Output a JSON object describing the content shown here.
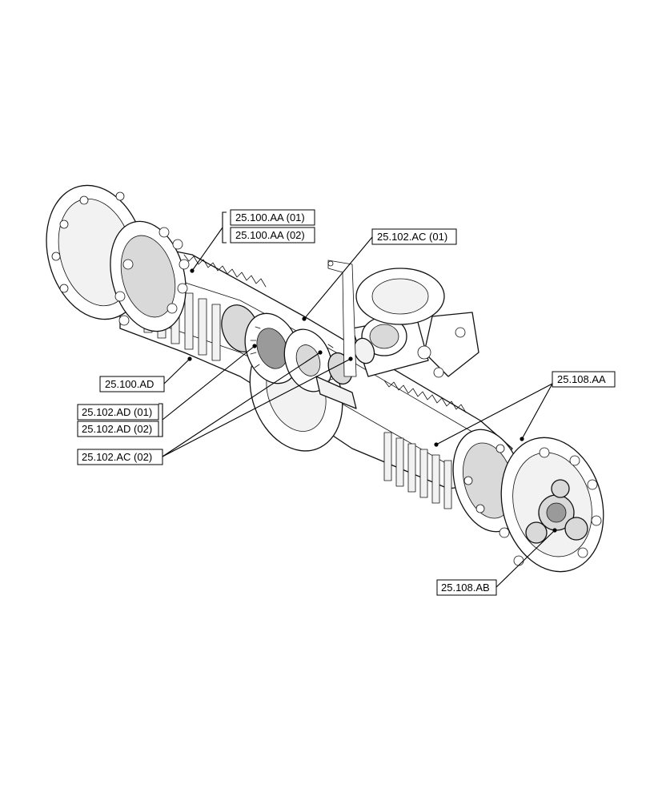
{
  "callouts": [
    {
      "id": "c1",
      "label": "25.100.AA (01)"
    },
    {
      "id": "c2",
      "label": "25.100.AA (02)"
    },
    {
      "id": "c3",
      "label": "25.102.AC (01)"
    },
    {
      "id": "c4",
      "label": "25.100.AD"
    },
    {
      "id": "c5",
      "label": "25.108.AA"
    },
    {
      "id": "c6",
      "label": "25.102.AD (01)"
    },
    {
      "id": "c7",
      "label": "25.102.AD (02)"
    },
    {
      "id": "c8",
      "label": "25.102.AC (02)"
    },
    {
      "id": "c9",
      "label": "25.108.AB"
    }
  ]
}
